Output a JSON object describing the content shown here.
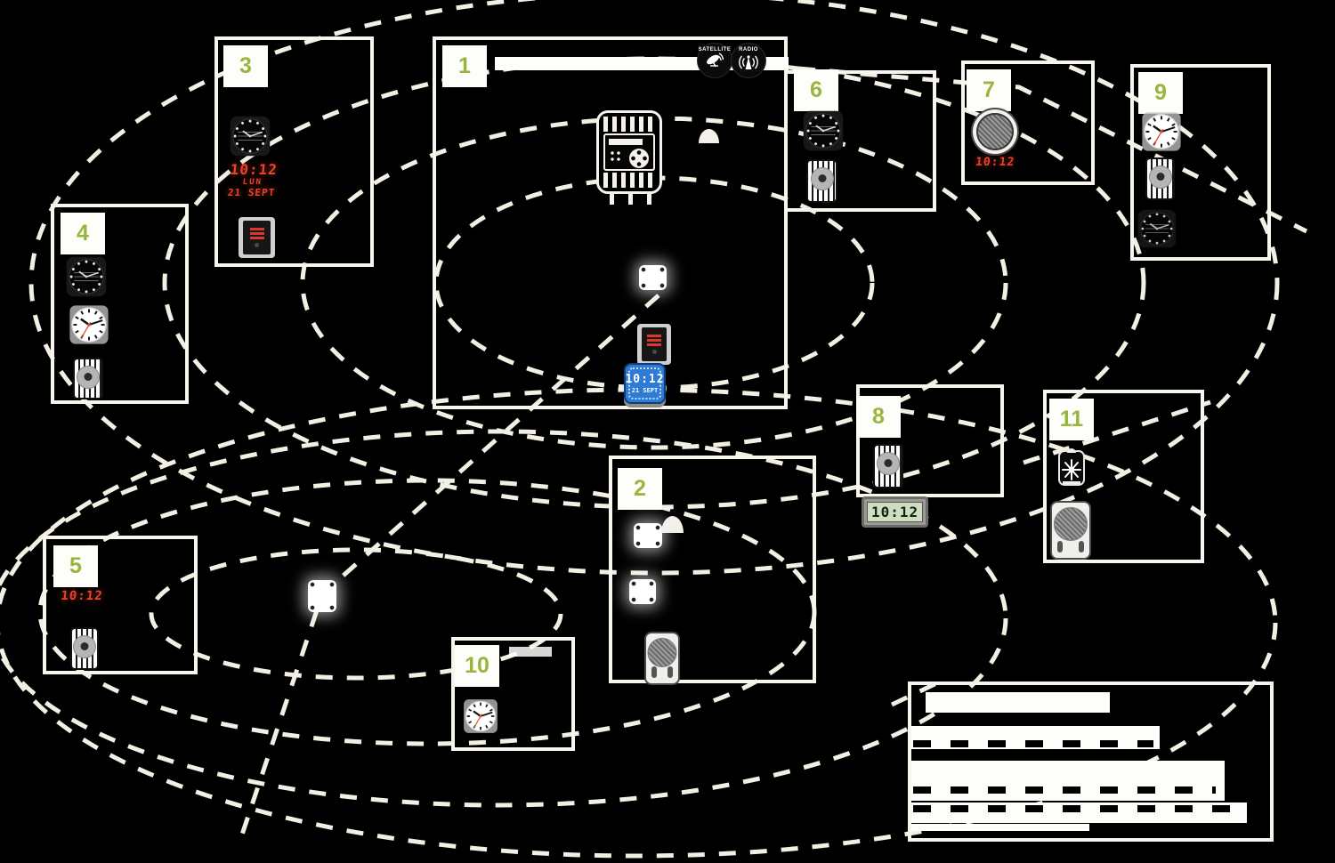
{
  "meta": {
    "background": "#000000",
    "accent_green": "#98b63e",
    "dash_color": "#f2efe3",
    "description": "Wireless time-distribution system diagram: concentric dashed radio-coverage ellipses around a master clock, with 11 numbered equipment zones"
  },
  "sync": {
    "satellite_label": "SATELLITE",
    "radio_label": "RADIO"
  },
  "boxes": [
    {
      "number": "1",
      "devices": [
        "master-clock",
        "bell-dome",
        "satellite-icon",
        "radio-icon",
        "dhf-transmitter",
        "relay-module",
        "blue-calendar-clock"
      ]
    },
    {
      "number": "2",
      "devices": [
        "dhf-repeater",
        "bell-dome",
        "dhf-repeater",
        "wall-speaker"
      ]
    },
    {
      "number": "3",
      "devices": [
        "analog-clock-dark",
        "led-calendar-clock",
        "relay-module"
      ]
    },
    {
      "number": "4",
      "devices": [
        "analog-clock-dark",
        "analog-clock-white",
        "striped-sounder"
      ]
    },
    {
      "number": "5",
      "devices": [
        "led-clock",
        "striped-sounder"
      ]
    },
    {
      "number": "6",
      "devices": [
        "analog-clock-dark",
        "striped-sounder"
      ]
    },
    {
      "number": "7",
      "devices": [
        "round-speaker",
        "led-clock"
      ]
    },
    {
      "number": "8",
      "devices": [
        "striped-sounder",
        "lcd-clock"
      ]
    },
    {
      "number": "9",
      "devices": [
        "analog-clock-white",
        "striped-sounder",
        "analog-clock-dark"
      ]
    },
    {
      "number": "10",
      "devices": [
        "analog-clock-white"
      ]
    },
    {
      "number": "11",
      "devices": [
        "flash-beacon",
        "wall-speaker"
      ]
    }
  ],
  "displays": {
    "led_calendar": {
      "time": "10:12",
      "day": "LUN",
      "date": "21 SEPT"
    },
    "led_time_box5": "10:12",
    "led_time_box7": "10:12",
    "lcd_time_box8": "10:12",
    "blue_clock": {
      "time": "10:12",
      "date": "21 SEPT"
    }
  },
  "icons": {
    "satellite": "satellite-dish",
    "radio": "broadcast-antenna",
    "bell": "dome-bell",
    "flash": "starburst"
  }
}
